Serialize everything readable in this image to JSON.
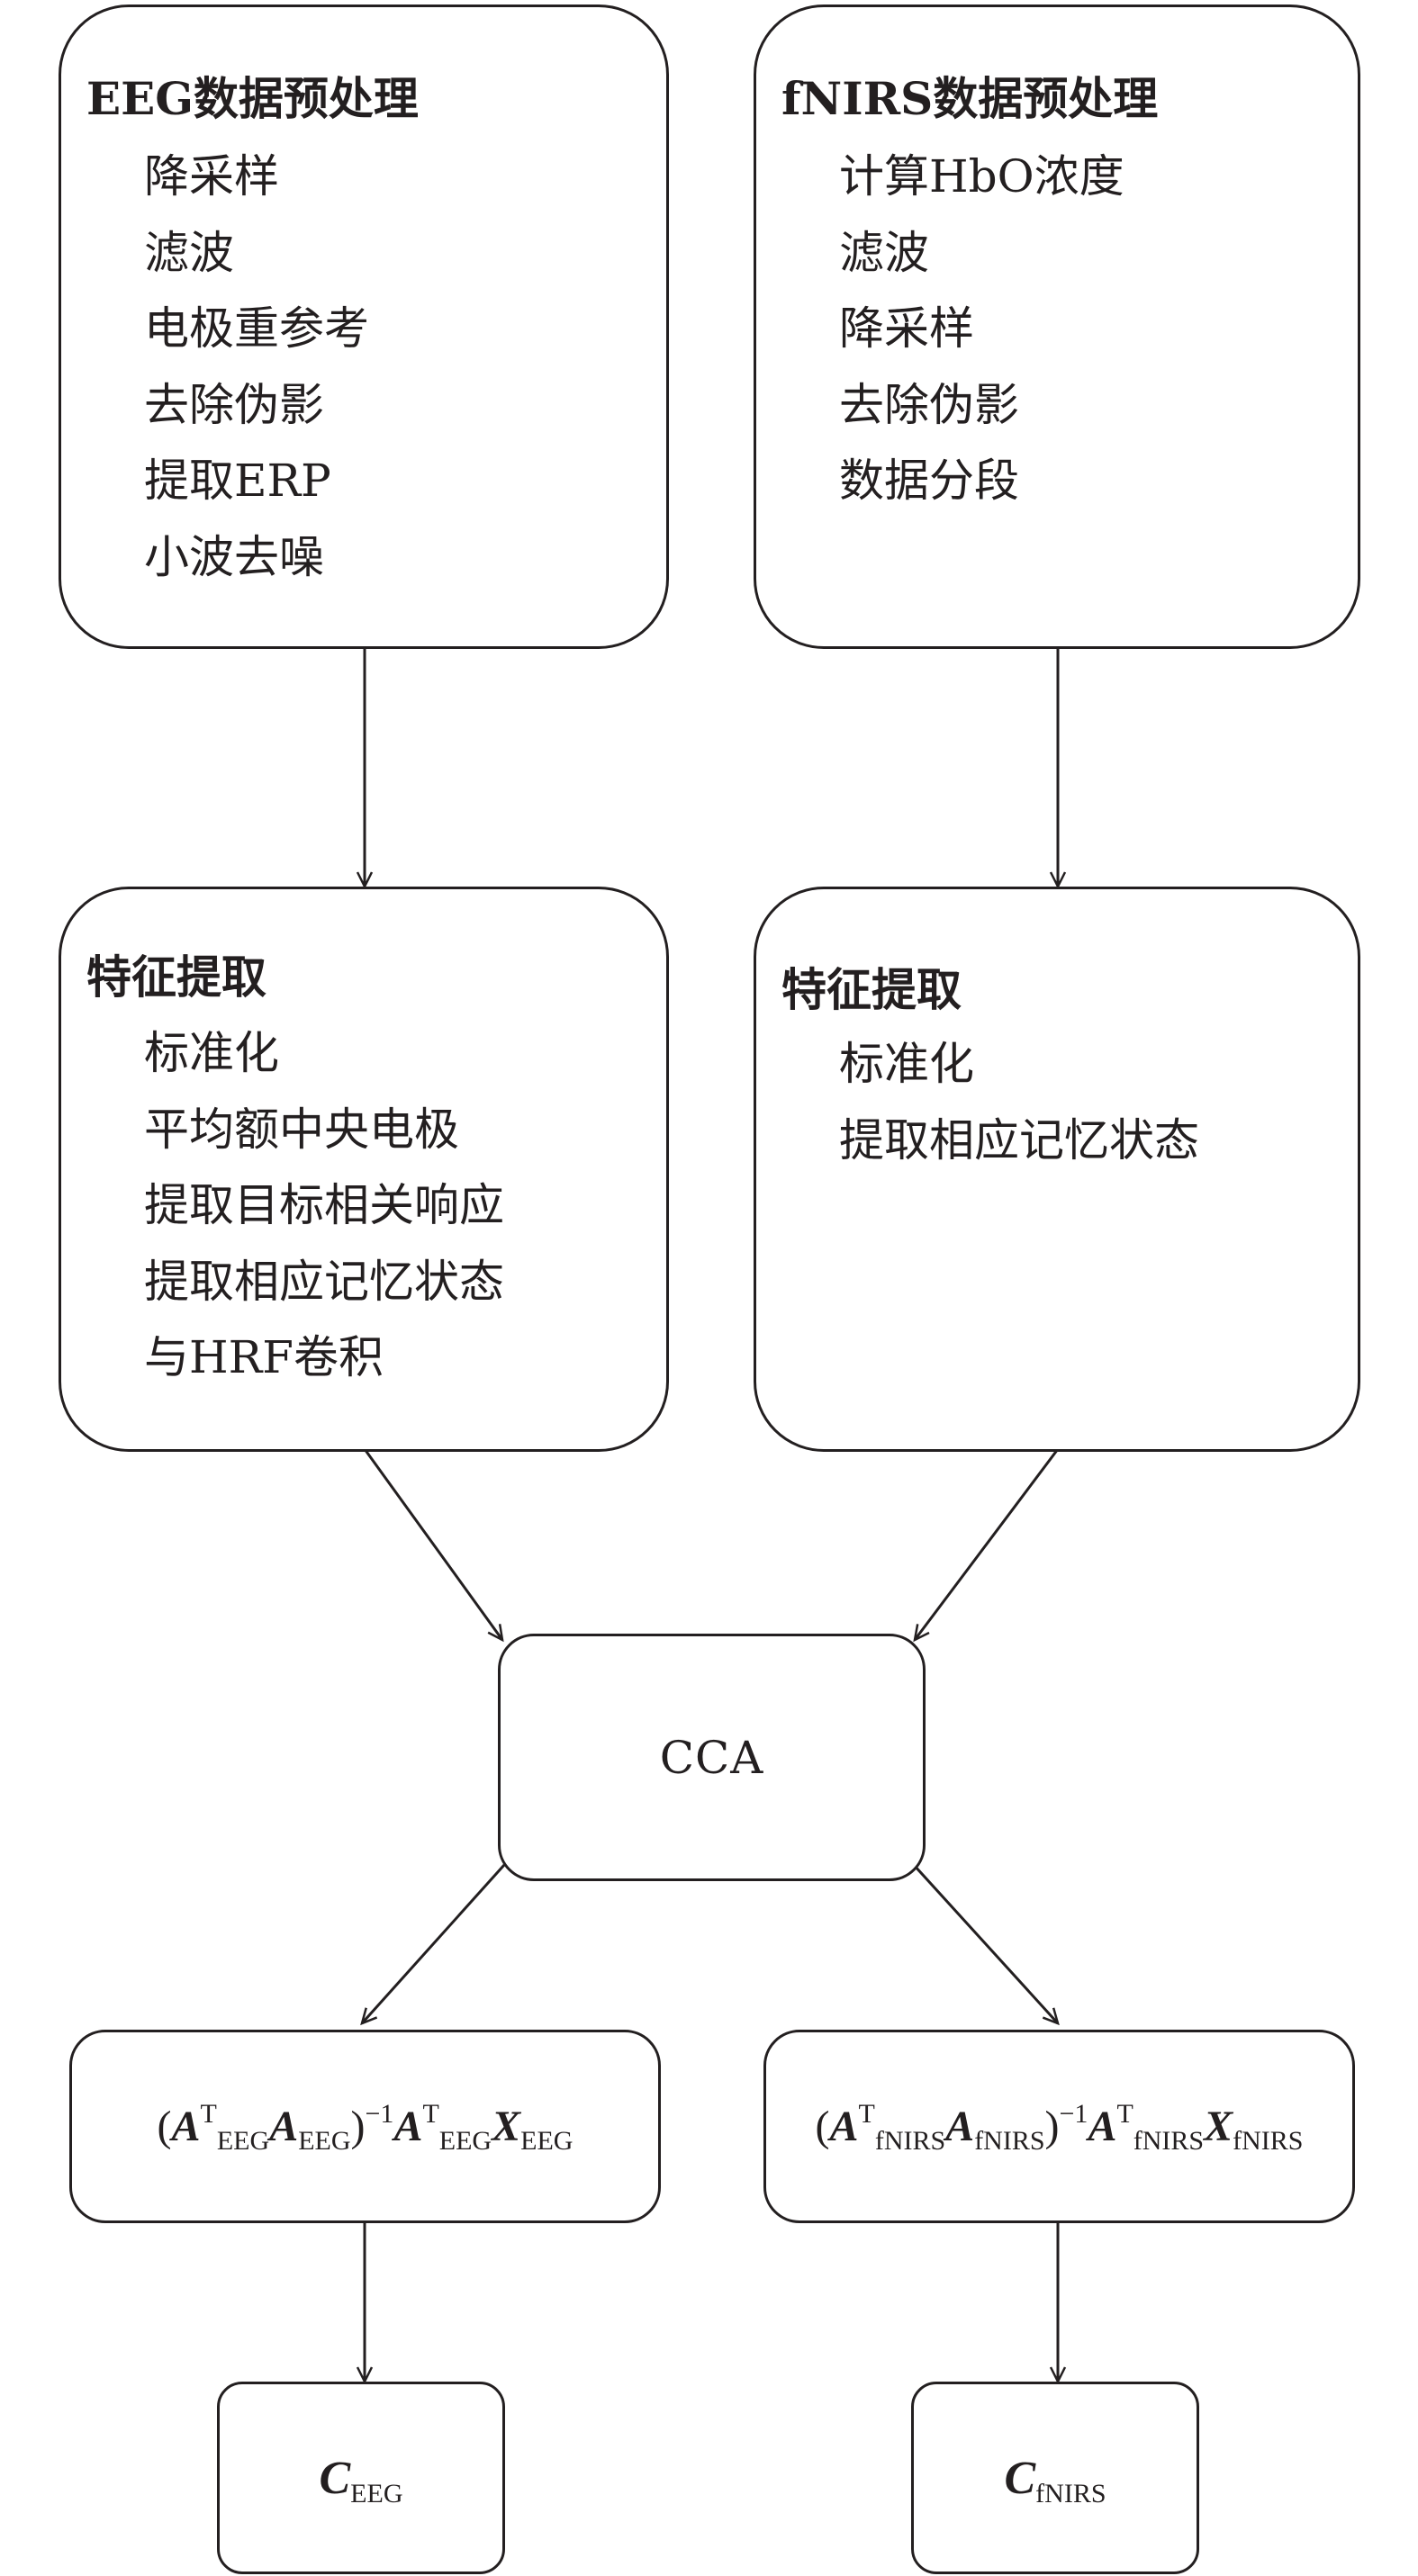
{
  "eeg_preprocess": {
    "title": "EEG数据预处理",
    "steps": [
      "降采样",
      "滤波",
      "电极重参考",
      "去除伪影",
      "提取ERP",
      "小波去噪"
    ]
  },
  "fnirs_preprocess": {
    "title": "fNIRS数据预处理",
    "steps": [
      "计算HbO浓度",
      "滤波",
      "降采样",
      "去除伪影",
      "数据分段"
    ]
  },
  "eeg_features": {
    "title": "特征提取",
    "steps": [
      "标准化",
      "平均额中央电极",
      "提取目标相关响应",
      "提取相应记忆状态",
      "与HRF卷积"
    ]
  },
  "fnirs_features": {
    "title": "特征提取",
    "steps": [
      "标准化",
      "提取相应记忆状态"
    ]
  },
  "cca": {
    "label": "CCA"
  },
  "eeg_projection": {
    "lparen": "(",
    "A": "A",
    "T": "T",
    "sub_eeg": "EEG",
    "rparen": ")",
    "inv": "−1",
    "X": "X"
  },
  "fnirs_projection": {
    "lparen": "(",
    "A": "A",
    "T": "T",
    "sub_fnirs": "fNIRS",
    "rparen": ")",
    "inv": "−1",
    "X": "X"
  },
  "eeg_output": {
    "symbol": "C",
    "sub": "EEG"
  },
  "fnirs_output": {
    "symbol": "C",
    "sub": "fNIRS"
  }
}
